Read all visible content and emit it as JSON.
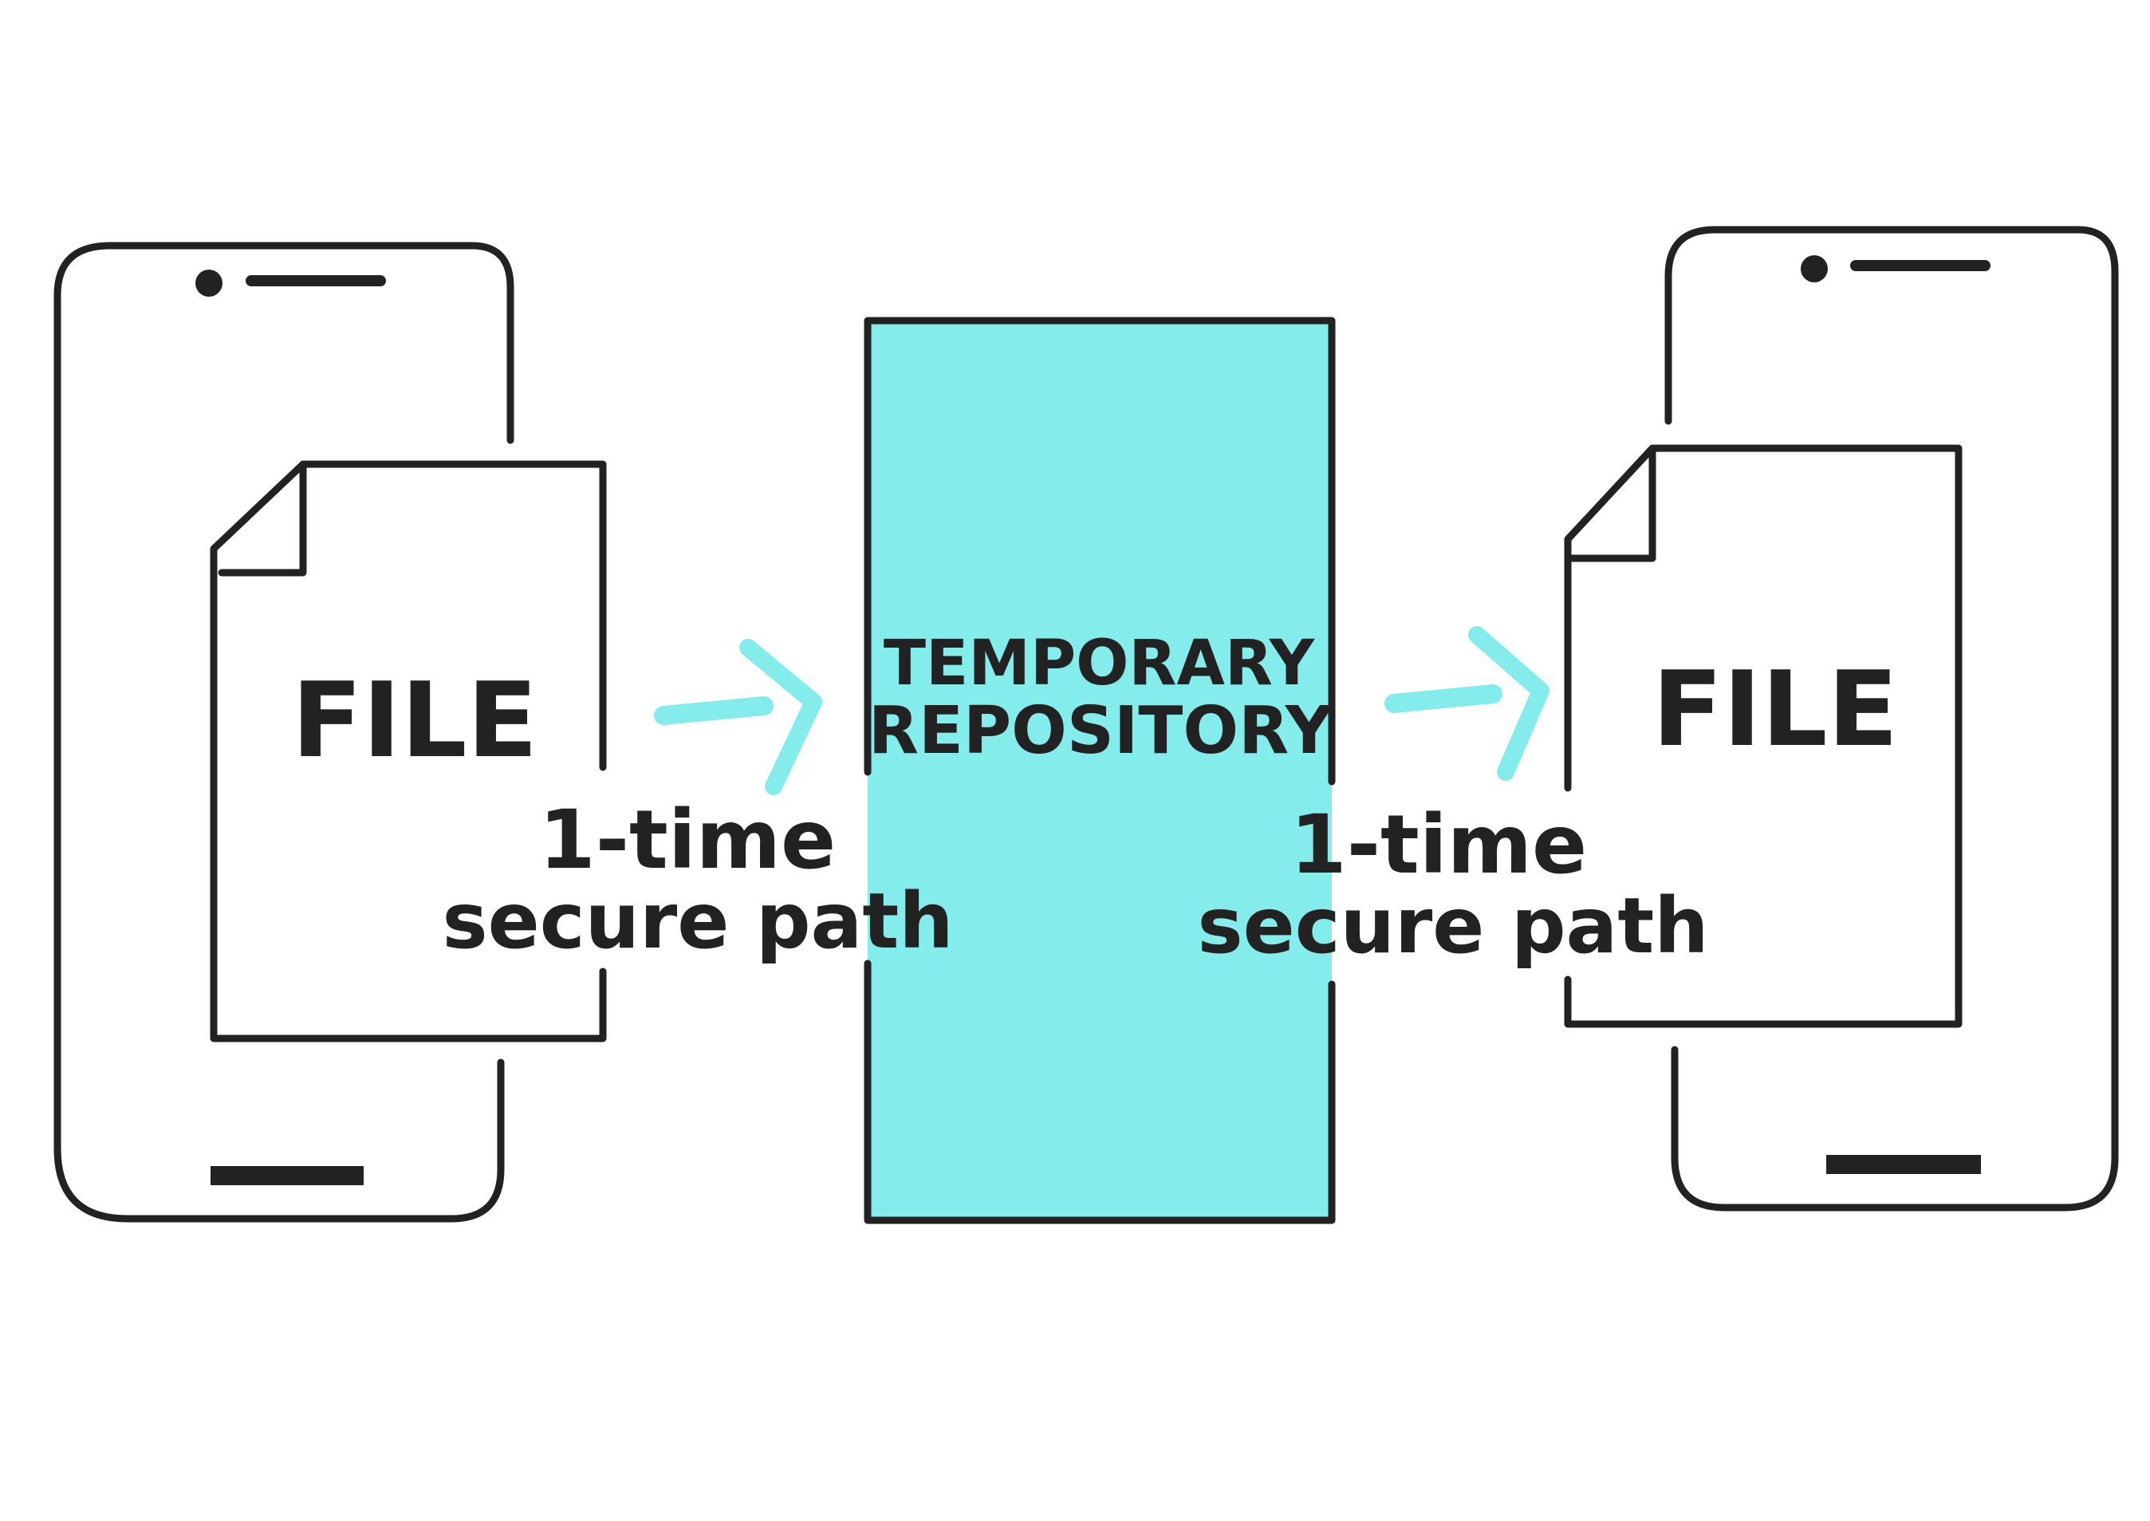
{
  "labels": {
    "left_file": "FILE",
    "right_file": "FILE",
    "repository_line1": "TEMPORARY",
    "repository_line2": "REPOSITORY",
    "left_path_line1": "1-time",
    "left_path_line2": "secure path",
    "right_path_line1": "1-time",
    "right_path_line2": "secure path"
  },
  "icons": {
    "left_device": "smartphone-icon",
    "right_device": "smartphone-icon",
    "left_file": "document-icon",
    "right_file": "document-icon",
    "arrows": "arrow-right-icon"
  },
  "colors": {
    "ink": "#222222",
    "repository_fill": "#84ECEA",
    "arrow": "#84ECEA",
    "background": "#FFFFFF"
  }
}
